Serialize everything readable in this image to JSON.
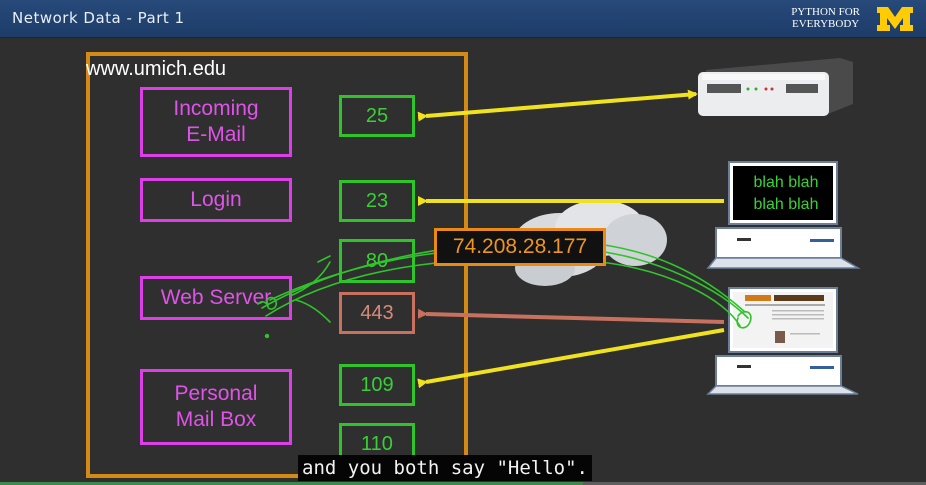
{
  "header": {
    "title": "Network Data - Part 1",
    "brand_line1": "PYTHON FOR",
    "brand_line2": "EVERYBODY",
    "logo_letter": "M"
  },
  "diagram": {
    "domain": "www.umich.edu",
    "services": [
      {
        "label": "Incoming E-Mail"
      },
      {
        "label": "Login"
      },
      {
        "label": "Web Server"
      },
      {
        "label": "Personal Mail Box"
      }
    ],
    "ports": [
      "25",
      "23",
      "80",
      "443",
      "109",
      "110"
    ],
    "ip_address": "74.208.28.177",
    "terminal_text_line1": "blah blah",
    "terminal_text_line2": "blah blah"
  },
  "caption": "and you both say \"Hello\".",
  "video": {
    "progress_fraction": 0.63
  },
  "colors": {
    "service_border": "#dc3fe8",
    "port_border": "#2fc52a",
    "https_port_border": "#c8715f",
    "server_box_border": "#d48a17",
    "arrow_yellow": "#f1e21f",
    "arrow_brown": "#c8715f",
    "ip_border": "#e98a12"
  }
}
